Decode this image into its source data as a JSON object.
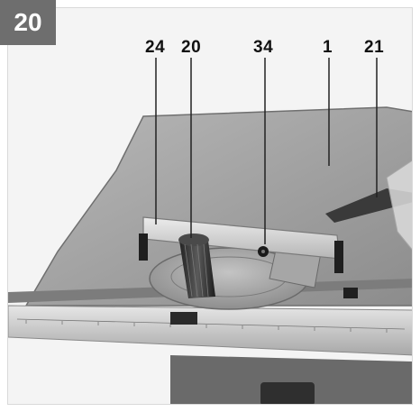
{
  "figure": {
    "number": "20"
  },
  "callouts": [
    {
      "label": "24"
    },
    {
      "label": "20"
    },
    {
      "label": "34"
    },
    {
      "label": "1"
    },
    {
      "label": "21"
    }
  ],
  "colors": {
    "badge": "#6e6e6e",
    "table_top": "#9a9a9a",
    "fence": "#cfcfcf",
    "knob": "#3a3a3a",
    "rail": "#bdbdbd"
  }
}
